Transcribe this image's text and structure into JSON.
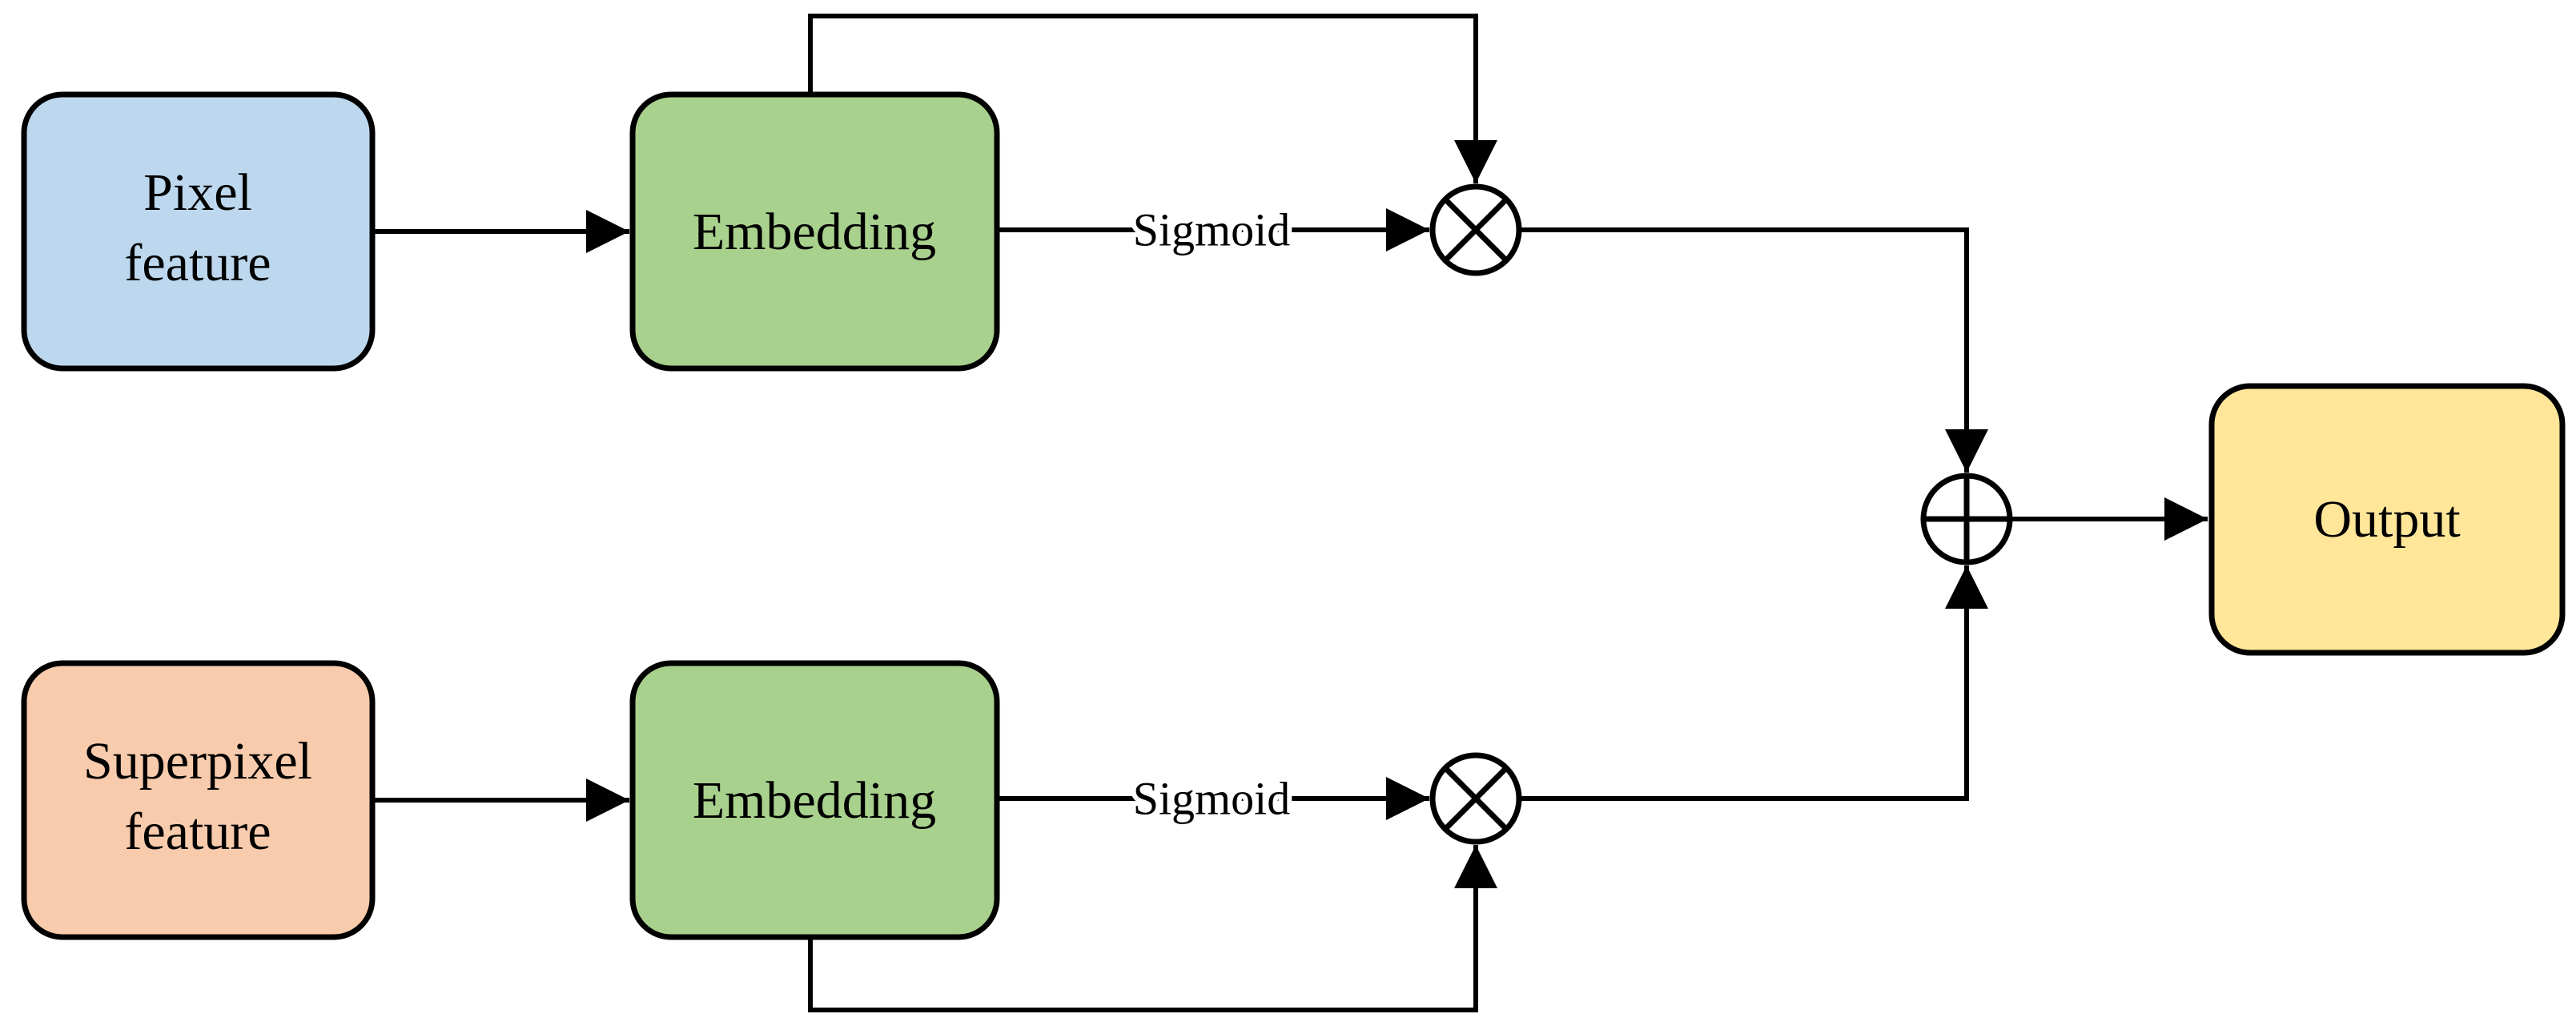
{
  "figure": {
    "background_color": "#ffffff",
    "line_color": "#000000",
    "text_color": "#000000"
  },
  "nodes": {
    "pixel_feature": {
      "label": "Pixel feature",
      "line1": "Pixel",
      "line2": "feature",
      "fill": "#bdd7ee"
    },
    "superpixel_feature": {
      "label": "Superpixel feature",
      "line1": "Superpixel",
      "line2": "feature",
      "fill": "#f8cbad"
    },
    "embedding_top": {
      "label": "Embedding",
      "fill": "#a9d18e"
    },
    "embedding_bottom": {
      "label": "Embedding",
      "fill": "#a9d18e"
    },
    "output": {
      "label": "Output",
      "fill": "#ffe699"
    }
  },
  "operators": {
    "multiply_top": {
      "symbol": "⊗"
    },
    "multiply_bottom": {
      "symbol": "⊗"
    },
    "add": {
      "symbol": "⊕"
    }
  },
  "edge_labels": {
    "sigmoid_top": "Sigmoid",
    "sigmoid_bottom": "Sigmoid"
  },
  "edges": [
    {
      "from": "pixel_feature",
      "to": "embedding_top",
      "label": ""
    },
    {
      "from": "embedding_top",
      "to": "multiply_top",
      "label": "Sigmoid"
    },
    {
      "from": "embedding_top",
      "to": "multiply_top",
      "label": "",
      "via": "skip-over-top"
    },
    {
      "from": "multiply_top",
      "to": "add",
      "label": ""
    },
    {
      "from": "superpixel_feature",
      "to": "embedding_bottom",
      "label": ""
    },
    {
      "from": "embedding_bottom",
      "to": "multiply_bottom",
      "label": "Sigmoid"
    },
    {
      "from": "embedding_bottom",
      "to": "multiply_bottom",
      "label": "",
      "via": "skip-under-bottom"
    },
    {
      "from": "multiply_bottom",
      "to": "add",
      "label": ""
    },
    {
      "from": "add",
      "to": "output",
      "label": ""
    }
  ]
}
